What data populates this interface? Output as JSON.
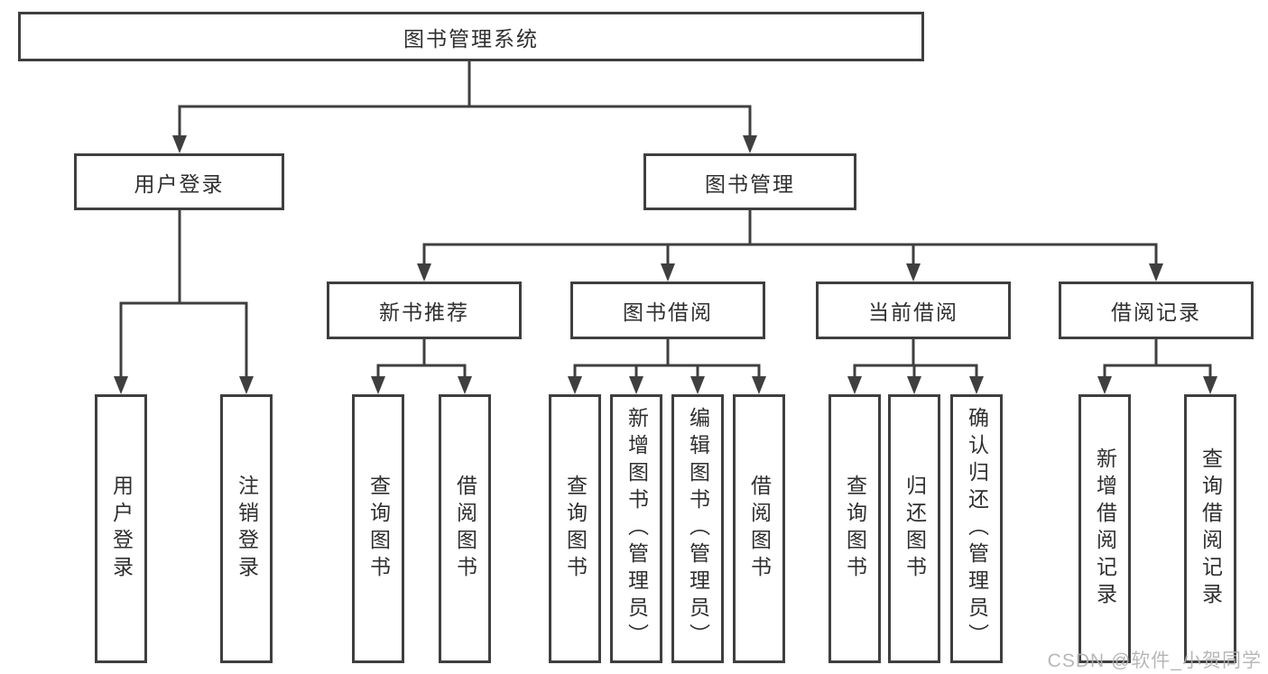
{
  "diagram": {
    "root": {
      "label": "图书管理系统"
    },
    "branches": [
      {
        "label": "用户登录"
      },
      {
        "label": "图书管理"
      }
    ],
    "modules": [
      {
        "label": "新书推荐"
      },
      {
        "label": "图书借阅"
      },
      {
        "label": "当前借阅"
      },
      {
        "label": "借阅记录"
      }
    ],
    "leaves": [
      {
        "label": "用户登录",
        "parent": "用户登录"
      },
      {
        "label": "注销登录",
        "parent": "用户登录"
      },
      {
        "label": "查询图书",
        "parent": "新书推荐"
      },
      {
        "label": "借阅图书",
        "parent": "新书推荐"
      },
      {
        "label": "查询图书",
        "parent": "图书借阅"
      },
      {
        "label": "新增图书（管理员）",
        "parent": "图书借阅"
      },
      {
        "label": "编辑图书（管理员）",
        "parent": "图书借阅"
      },
      {
        "label": "借阅图书",
        "parent": "图书借阅"
      },
      {
        "label": "查询图书",
        "parent": "当前借阅"
      },
      {
        "label": "归还图书",
        "parent": "当前借阅"
      },
      {
        "label": "确认归还（管理员）",
        "parent": "当前借阅"
      },
      {
        "label": "新增借阅记录",
        "parent": "借阅记录"
      },
      {
        "label": "查询借阅记录",
        "parent": "借阅记录"
      }
    ]
  },
  "watermark": {
    "text": "CSDN @软件_小贺同学"
  },
  "colors": {
    "line": "#3f3f3f",
    "text": "#2f2f2f",
    "box_background": "#ffffff",
    "page_background": "#ffffff",
    "watermark": "#b0b0b0"
  }
}
